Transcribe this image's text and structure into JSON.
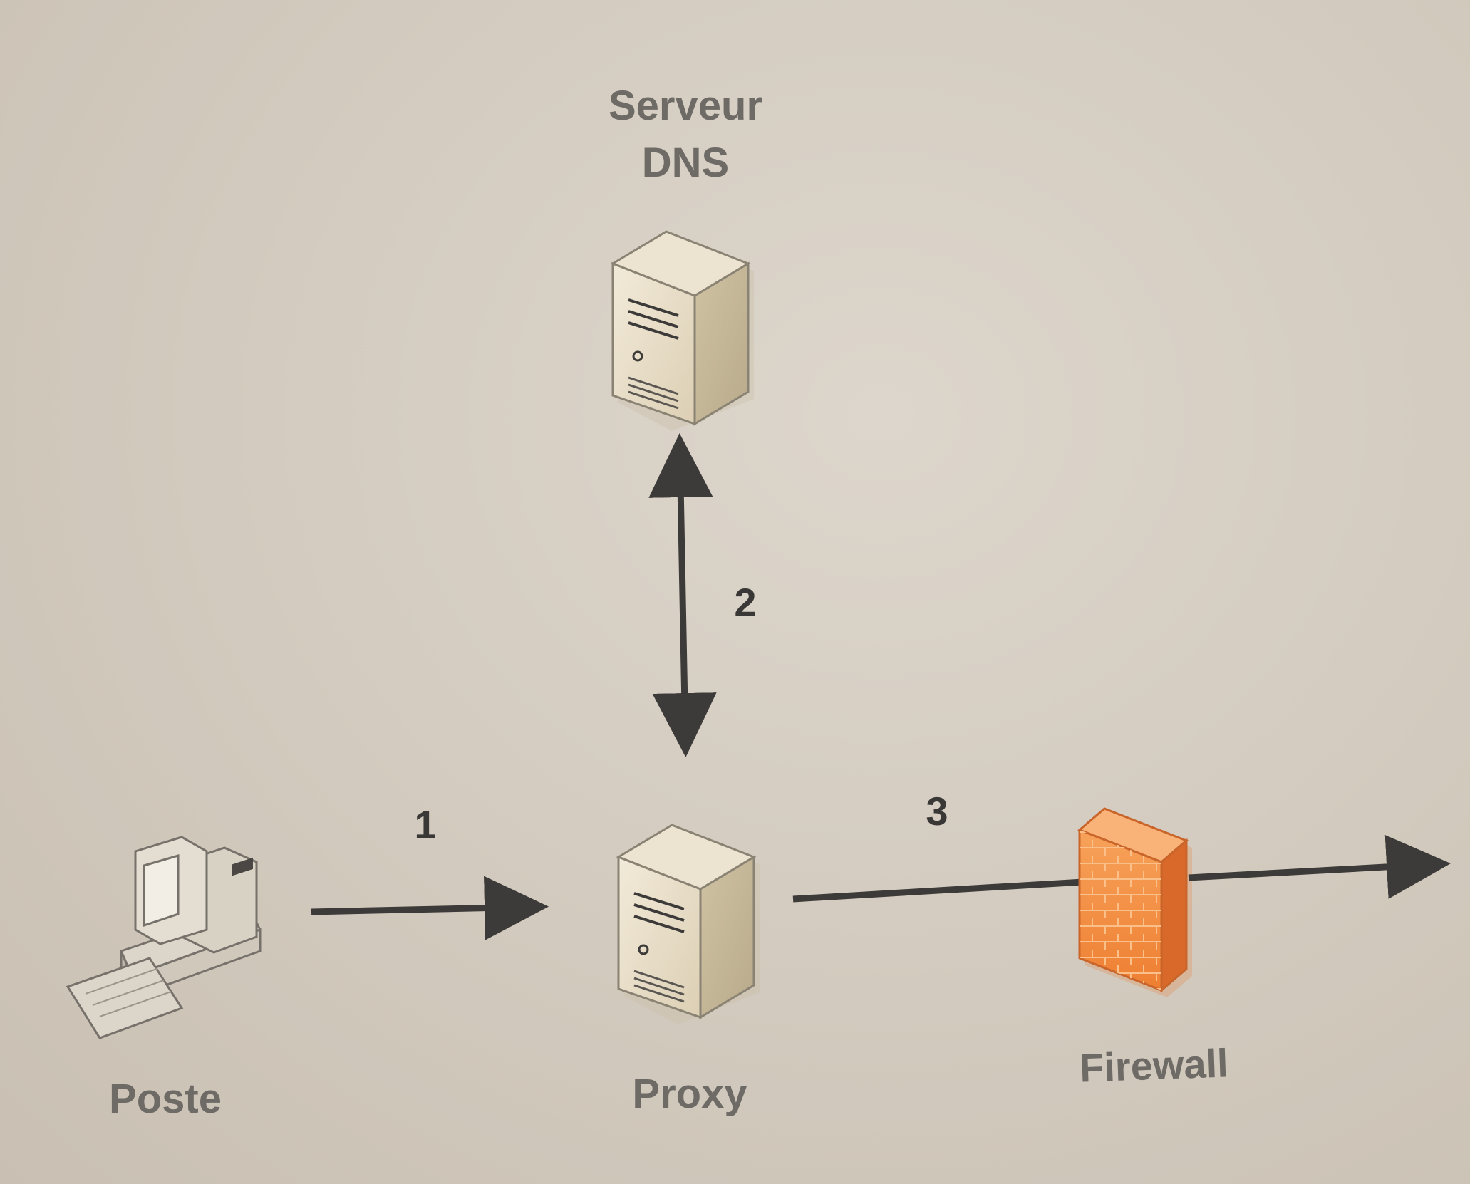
{
  "nodes": {
    "dns": {
      "label_line1": "Serveur",
      "label_line2": "DNS",
      "icon": "server-icon"
    },
    "poste": {
      "label": "Poste",
      "icon": "workstation-icon"
    },
    "proxy": {
      "label": "Proxy",
      "icon": "server-icon"
    },
    "firewall": {
      "label": "Firewall",
      "icon": "firewall-icon",
      "color": "#f08a3c"
    }
  },
  "steps": {
    "step1": "1",
    "step2": "2",
    "step3": "3"
  },
  "colors": {
    "arrow": "#3d3b39",
    "label": "#6e6a66",
    "server_front": "#e6dccb",
    "server_side": "#c9bc9f",
    "firewall": "#f08a3c"
  }
}
